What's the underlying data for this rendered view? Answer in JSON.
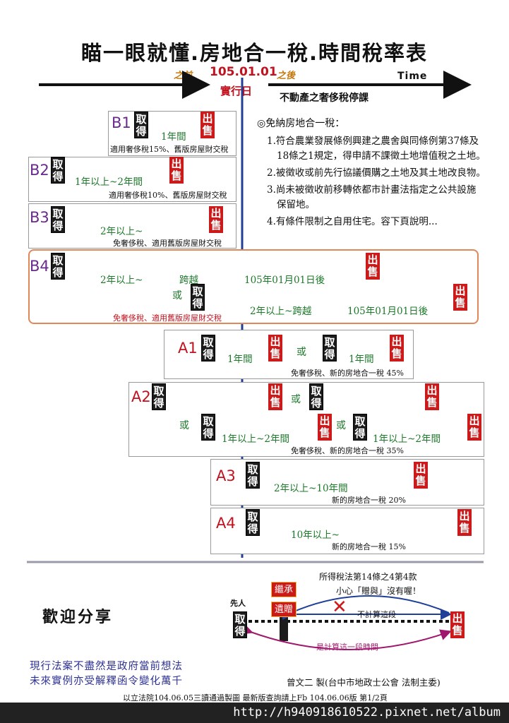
{
  "title": "瞄一眼就懂.房地合一稅.時間稅率表",
  "timeline": {
    "before": "之前",
    "date": "105.01.01",
    "after": "之後",
    "time": "Time",
    "implement": "實行日",
    "luxury_stop": "不動產之奢侈稅停課"
  },
  "common": {
    "buy": "取得",
    "sell": "出售",
    "or": "或"
  },
  "notes": {
    "title": "◎免納房地合一稅：",
    "items": [
      "1.符合農業發展條例興建之農舍與同條例第37條及",
      "18條之1規定，得申請不課徵土地增值稅之土地。",
      "2.被徵收或前先行協議價購之土地及其土地改良物。",
      "3.尚未被徵收前移轉依都市計畫法指定之公共設施",
      "保留地。",
      "4.有條件限制之自用住宅。容下頁說明..."
    ]
  },
  "cases": {
    "b1": {
      "code": "B1",
      "seg": "1年間",
      "caption": "適用奢侈稅15%、舊版房屋財交稅"
    },
    "b2": {
      "code": "B2",
      "seg": "1年以上~2年間",
      "caption": "適用奢侈稅10%、舊版房屋財交稅"
    },
    "b3": {
      "code": "B3",
      "seg": "2年以上~",
      "caption": "免奢侈稅、適用舊版房屋財交稅"
    },
    "b4": {
      "code": "B4",
      "seg1": "2年以上~",
      "seg2": "跨越",
      "seg3": "105年01月01日後",
      "seg4": "2年以上~跨越",
      "seg5": "105年01月01日後",
      "caption": "免奢侈稅、適用舊版房屋財交稅"
    },
    "a1": {
      "code": "A1",
      "seg": "1年間",
      "seg_b": "1年間",
      "caption": "免奢侈稅、新的房地合一稅 45%"
    },
    "a2": {
      "code": "A2",
      "seg": "1年以上~2年間",
      "seg_b": "1年以上~2年間",
      "caption": "免奢侈稅、新的房地合一稅 35%"
    },
    "a3": {
      "code": "A3",
      "seg": "2年以上~10年間",
      "caption": "新的房地合一稅 20%"
    },
    "a4": {
      "code": "A4",
      "seg": "10年以上~",
      "caption": "新的房地合一稅 15%"
    }
  },
  "inheritance": {
    "predecessor": "先人",
    "inherit": "繼承",
    "gift": "遺贈",
    "not_counted": "不計算這段",
    "counted": "是計算這一段時間",
    "law_ref": "所得稅法第14條之4第4款",
    "warning": "小心「贈與」沒有喔！"
  },
  "share": "歡迎分享",
  "law_disclaimer_1": "現行法案不盡然是政府當前想法",
  "law_disclaimer_2": "未來實例亦受解釋函令變化萬千",
  "author": "曾文二 製(台中市地政士公會 法制主委)",
  "footer": "以立法院104.06.05三讀通過製圖  最新版查詢請上Fb    104.06.06版  第1/2頁",
  "url": "http://h940918610522.pixnet.net/album",
  "colors": {
    "red": "#cc1a1a",
    "blue": "#1f3f99",
    "green": "#1d7a2a",
    "purple": "#6a2a8c",
    "orange": "#e0885a"
  }
}
